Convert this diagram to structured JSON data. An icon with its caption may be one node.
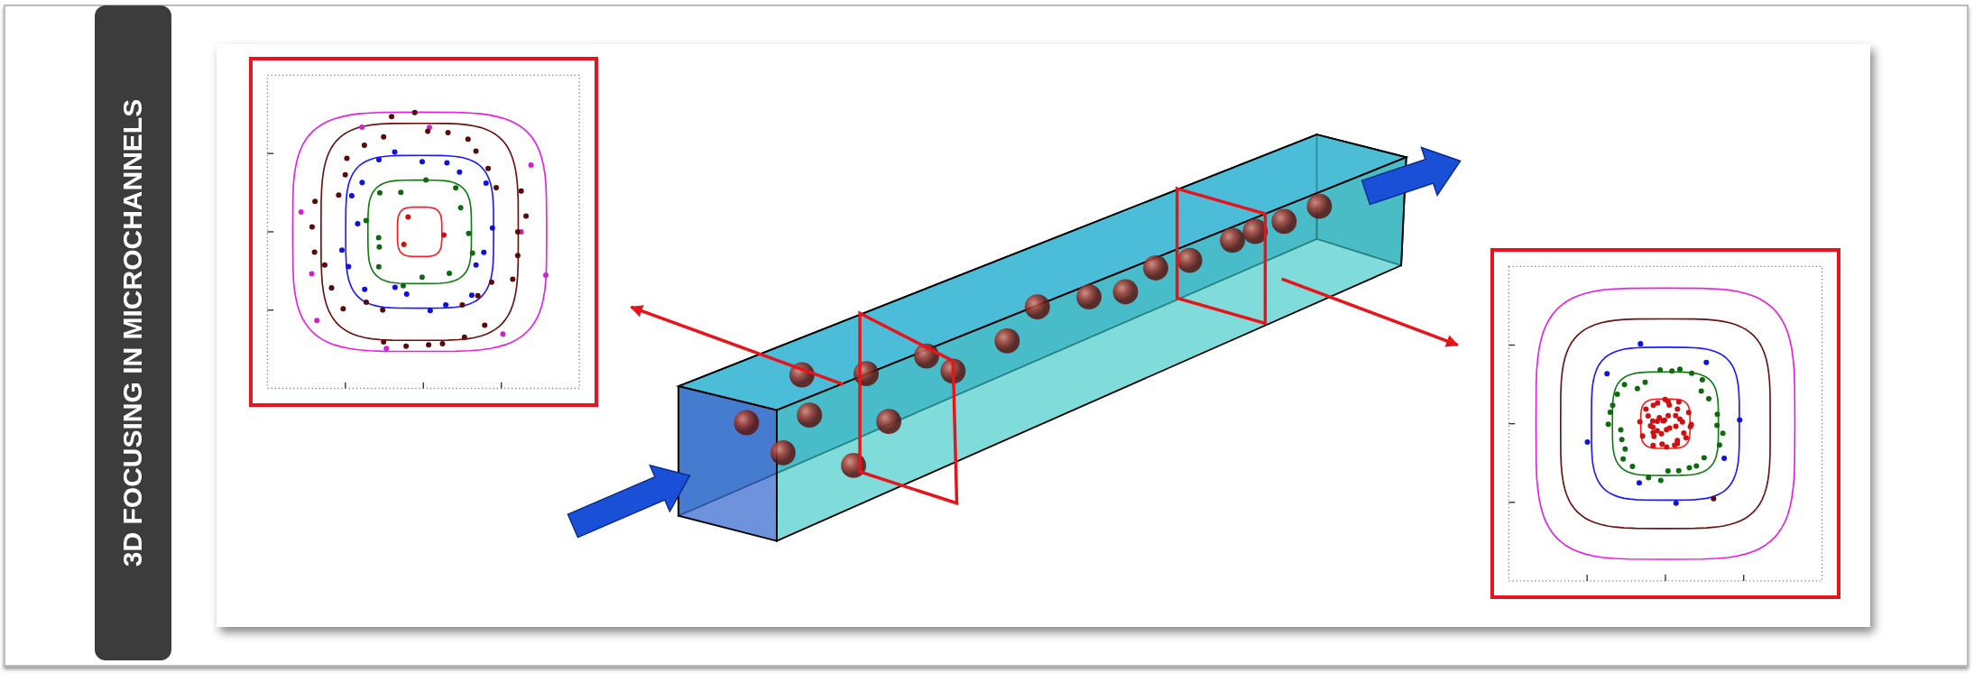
{
  "diagram": {
    "title": "3D FOCUSING IN MICROCHANNELS",
    "nodes": [
      {
        "text": [],
        "shape": "picture"
      },
      {
        "text": [],
        "shape": "box"
      },
      {
        "text": [],
        "shape": "box"
      },
      {
        "text": [],
        "shape": "picture"
      }
    ],
    "edges": [
      {
        "from": 1,
        "to": 0,
        "arrow": "to"
      },
      {
        "from": 2,
        "to": 3,
        "arrow": "to"
      }
    ]
  }
}
